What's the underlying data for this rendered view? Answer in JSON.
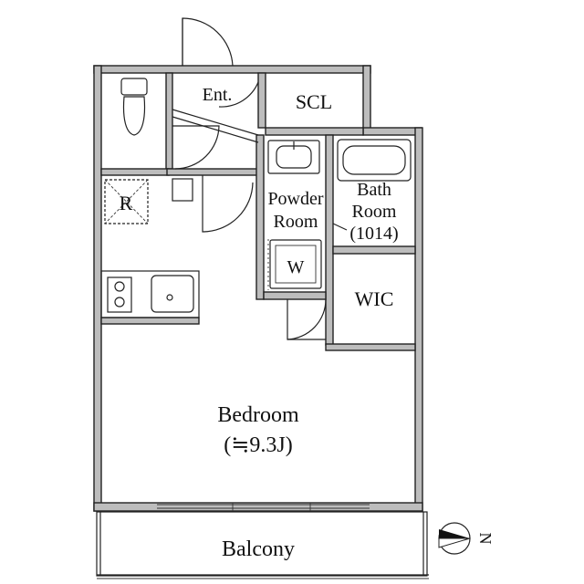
{
  "rooms": {
    "entrance": "Ent.",
    "scl": "SCL",
    "refrigerator": "R",
    "powder_room_line1": "Powder",
    "powder_room_line2": "Room",
    "bath_line1": "Bath",
    "bath_line2": "Room",
    "bath_size": "(1014)",
    "washer": "W",
    "wic": "WIC",
    "bedroom": "Bedroom",
    "bedroom_size": "(≒9.3J)",
    "balcony": "Balcony"
  },
  "compass": {
    "label": "N",
    "icon": "compass-icon"
  }
}
